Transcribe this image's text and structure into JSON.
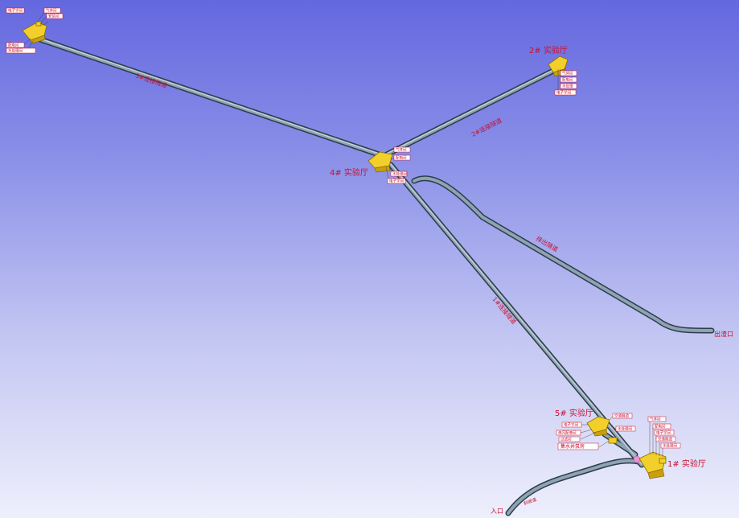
{
  "halls": {
    "hall1": "1# 实验厅",
    "hall2": "2# 实验厅",
    "hall4": "4# 实验厅",
    "hall5": "5# 实验厅"
  },
  "tunnels": {
    "to_far_hall": "3#连接隧道",
    "hall4_to_hall2": "2#连接隧道",
    "hall4_to_hall5": "1#连接隧道",
    "waste_tunnel": "排出隧道"
  },
  "portals": {
    "entrance": "入口",
    "exit": "出渣口",
    "road_marker": "斜坡道"
  },
  "small_labels": {
    "far_hall": [
      "电子学间",
      "气体间",
      "安装间",
      "配电间",
      "水处理间"
    ],
    "hall2": [
      "气体间",
      "配电间",
      "水处理",
      "电子学间"
    ],
    "hall4": [
      "气体间",
      "配电间",
      "水处理间",
      "电子学间"
    ],
    "hall5_left": [
      "电子学间",
      "液闪配液间",
      "过滤间",
      "配电间"
    ],
    "hall5_right": [
      "交通隧道",
      "水处理间"
    ],
    "hall1": [
      "气体间",
      "配电间",
      "电子学间",
      "交通隧道",
      "水处理间"
    ],
    "pump_house": "集水井泵房"
  },
  "colors": {
    "tunnel": "#8ea3b3",
    "room": "#f2cf2a",
    "label": "#c8102e"
  }
}
